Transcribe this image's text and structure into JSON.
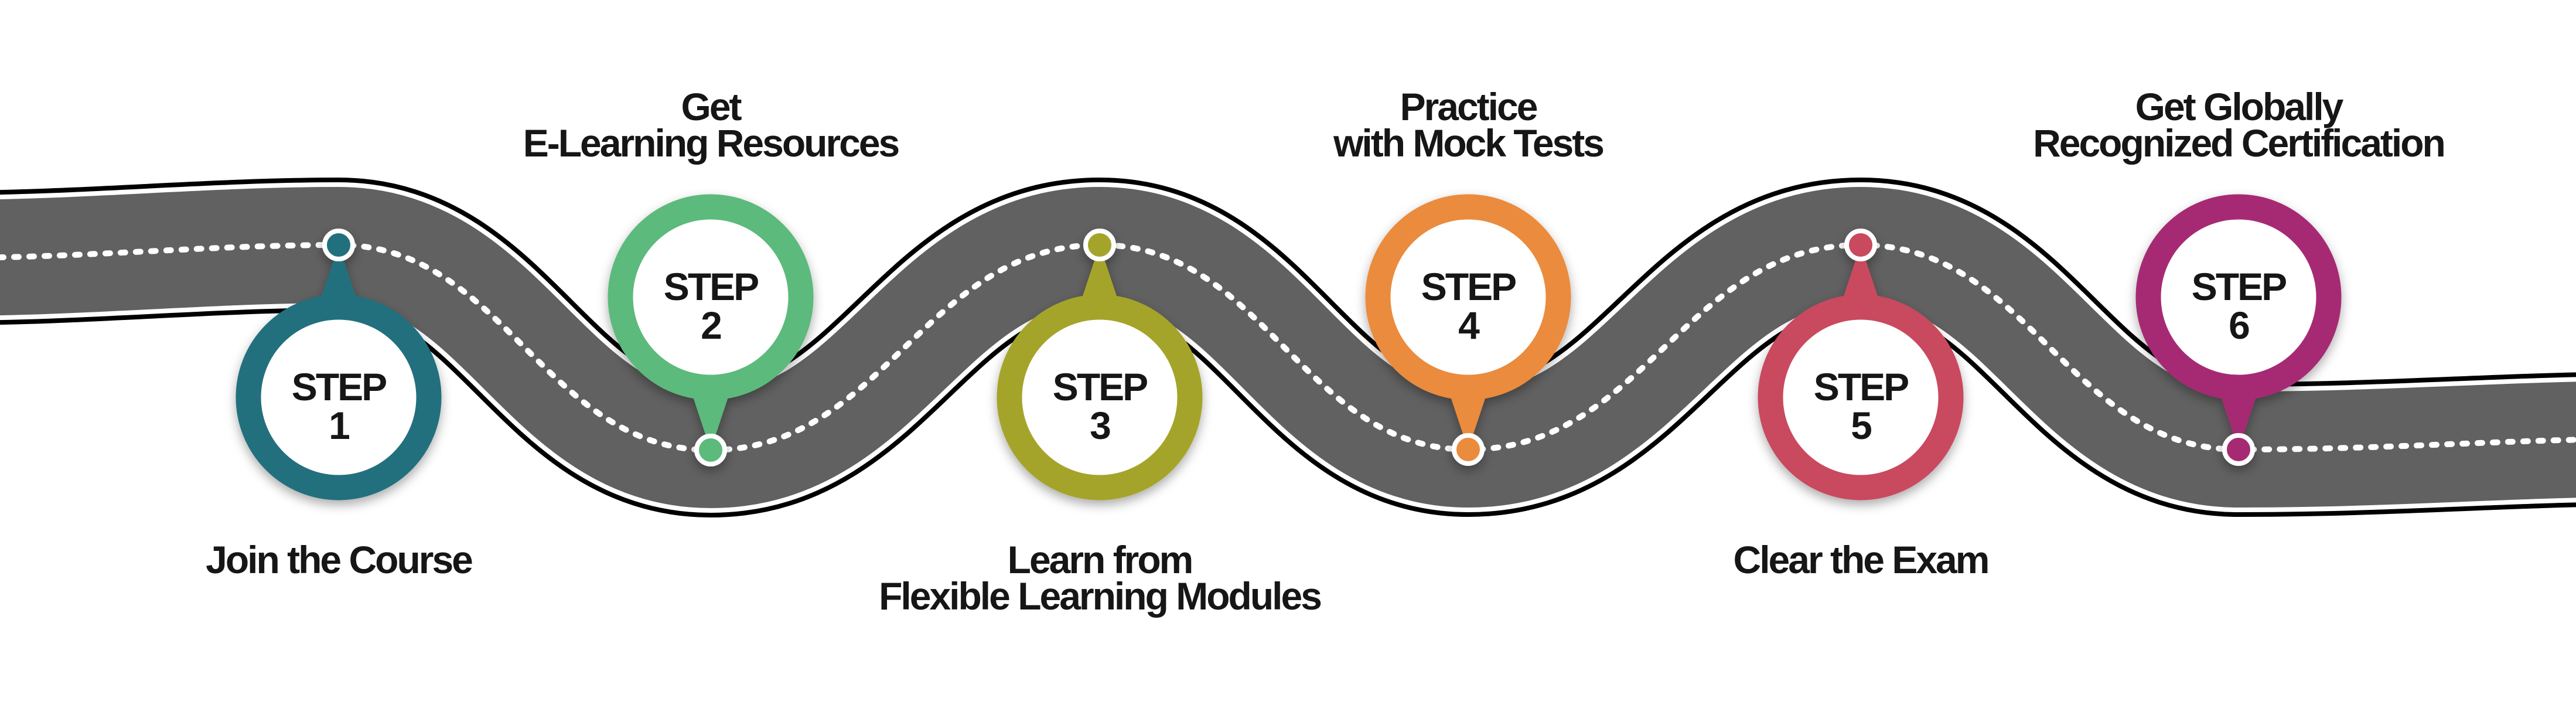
{
  "background_color": "#ffffff",
  "text_color": "#161616",
  "road": {
    "asphalt_color": "#616161",
    "edge_line_color": "#000000",
    "shoulder_gap_color": "#ffffff",
    "center_dash_color": "#ffffff"
  },
  "steps": [
    {
      "step_word": "STEP",
      "number": "1",
      "color": "#20707E",
      "title_lines": [
        "Join the Course"
      ],
      "marker_position": "below-road"
    },
    {
      "step_word": "STEP",
      "number": "2",
      "color": "#5BBA7C",
      "title_lines": [
        "Get",
        "E-Learning Resources"
      ],
      "marker_position": "above-road"
    },
    {
      "step_word": "STEP",
      "number": "3",
      "color": "#A5A42C",
      "title_lines": [
        "Learn from",
        "Flexible Learning Modules"
      ],
      "marker_position": "below-road"
    },
    {
      "step_word": "STEP",
      "number": "4",
      "color": "#EB8B3C",
      "title_lines": [
        "Practice",
        "with Mock Tests"
      ],
      "marker_position": "above-road"
    },
    {
      "step_word": "STEP",
      "number": "5",
      "color": "#C94A5E",
      "title_lines": [
        "Clear the Exam"
      ],
      "marker_position": "below-road"
    },
    {
      "step_word": "STEP",
      "number": "6",
      "color": "#A62C73",
      "title_lines": [
        "Get Globally",
        "Recognized Certification"
      ],
      "marker_position": "above-road"
    }
  ]
}
